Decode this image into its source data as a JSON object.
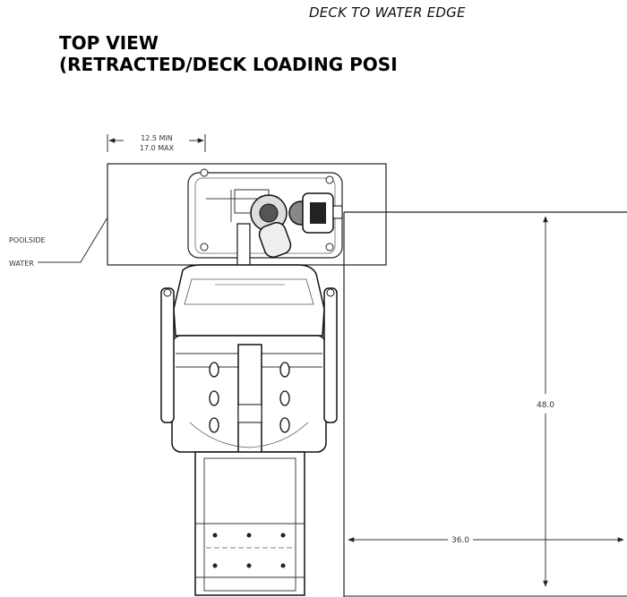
{
  "header": {
    "caption": "DECK TO WATER EDGE",
    "title_line1": "TOP VIEW",
    "title_line2": "(RETRACTED/DECK LOADING POSI"
  },
  "drawing": {
    "callouts": {
      "poolside": "POOLSIDE",
      "water": "WATER"
    },
    "dimensions": {
      "deck_min": "12.5 MIN",
      "deck_max": "17.0 MAX",
      "length": "48.0",
      "width": "36.0"
    }
  }
}
